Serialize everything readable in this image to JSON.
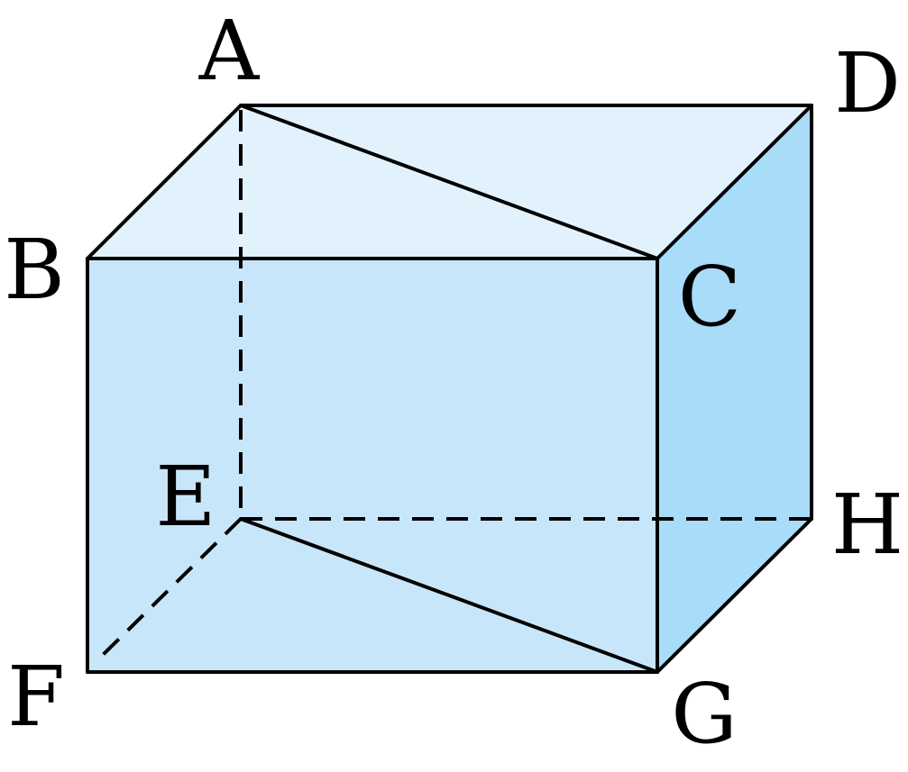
{
  "diagram": {
    "vertices": [
      "A",
      "B",
      "C",
      "D",
      "E",
      "F",
      "G",
      "H"
    ],
    "labels": {
      "A": "A",
      "B": "B",
      "C": "C",
      "D": "D",
      "E": "E",
      "F": "F",
      "G": "G",
      "H": "H"
    },
    "colors": {
      "top_face": "#e2f2fc",
      "front_face": "#c8e6fa",
      "right_face": "#a9dcf8",
      "edges": "#000000"
    },
    "solid_edges": [
      "AB",
      "AD",
      "BC",
      "CD",
      "BF",
      "CG",
      "DH",
      "FG",
      "GH",
      "AC",
      "EG"
    ],
    "hidden_edges": [
      "AE",
      "EF",
      "EH"
    ]
  }
}
